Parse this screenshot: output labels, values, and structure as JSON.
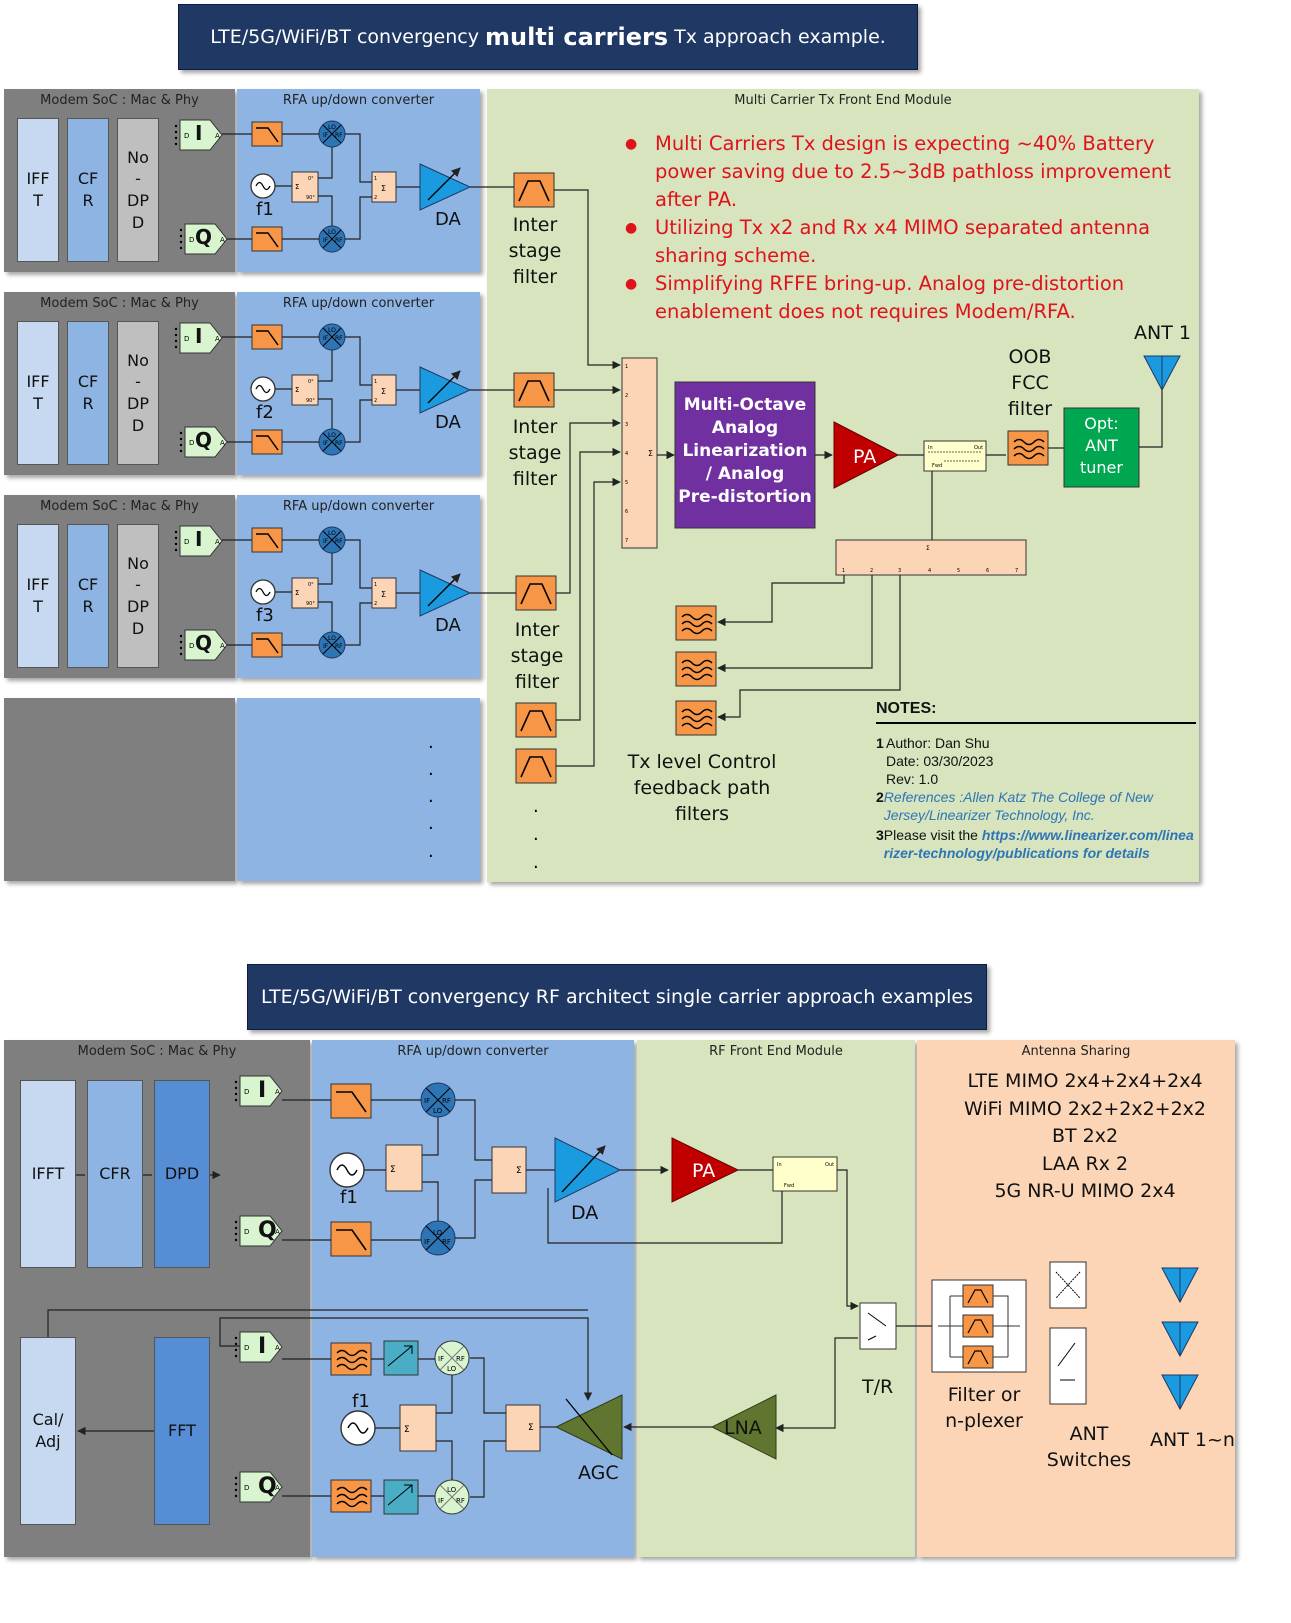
{
  "top": {
    "title_prefix": "LTE/5G/WiFi/BT convergency ",
    "title_bold": "multi carriers",
    "title_suffix": " Tx approach example.",
    "modem_title": "Modem SoC : Mac & Phy",
    "rfa_title": "RFA up/down converter",
    "fem_title": "Multi Carrier Tx Front End Module",
    "ifft": "IFF\nT",
    "cfr": "CF\nR",
    "nodpd": "No\n-\nDP\nD",
    "freqs": [
      "f1",
      "f2",
      "f3"
    ],
    "da": "DA",
    "interstage": "Inter\nstage\nfilter",
    "bullets": [
      "Multi Carriers Tx design is expecting ~40% Battery power saving due to 2.5~3dB pathloss improvement after PA.",
      "Utilizing Tx x2 and Rx x4 MIMO separated antenna sharing scheme.",
      "Simplifying RFFE bring-up. Analog pre-distortion enablement does not requires Modem/RFA."
    ],
    "linearizer": "Multi-Octave\nAnalog\nLinearization\n/ Analog\nPre-distortion",
    "pa": "PA",
    "oob": "OOB\nFCC\nfilter",
    "ant_tuner": "Opt:\nANT\ntuner",
    "ant1": "ANT 1",
    "feedback": "Tx level Control\nfeedback path\nfilters",
    "notes": {
      "header": "NOTES:",
      "n1": "1",
      "author": "Author: Dan Shu",
      "date": "Date: 03/30/2023",
      "rev": "Rev: 1.0",
      "n2": "2",
      "references": "References :Allen Katz  The College of New Jersey/Linearizer Technology, Inc.",
      "n3": "3",
      "visit_prefix": "Please visit the ",
      "url": "https://www.linearizer.com/linearizer-technology/publications for details"
    }
  },
  "bottom": {
    "title": "LTE/5G/WiFi/BT convergency RF architect single carrier approach examples",
    "modem_title": "Modem SoC : Mac & Phy",
    "rfa_title": "RFA up/down converter",
    "fem_title": "RF Front End Module",
    "ant_title": "Antenna Sharing",
    "ifft": "IFFT",
    "cfr": "CFR",
    "dpd": "DPD",
    "fft": "FFT",
    "cal": "Cal/\nAdj",
    "f1_tx": "f1",
    "f1_rx": "f1",
    "da": "DA",
    "pa": "PA",
    "lna": "LNA",
    "agc": "AGC",
    "tr": "T/R",
    "filter": "Filter or\nn-plexer",
    "ant_switches": "ANT\nSwitches",
    "ant_1n": "ANT 1~n",
    "ant_list": [
      "LTE MIMO 2x4+2x4+2x4",
      "WiFi MIMO 2x2+2x2+2x2",
      "BT 2x2",
      "LAA Rx 2",
      "5G NR-U MIMO 2x4"
    ]
  },
  "colors": {
    "title_bg": "#1f3864",
    "modem_bg": "#7f7f7f",
    "rfa_bg": "#8eb4e3",
    "fem_bg": "#d7e4bd",
    "ant_bg": "#fbd5b5",
    "pa": "#c00000",
    "da": "#1a9be0",
    "linearizer": "#7030a0",
    "tuner": "#00a650",
    "lna": "#5f7530",
    "bullets": "#e0121b"
  }
}
